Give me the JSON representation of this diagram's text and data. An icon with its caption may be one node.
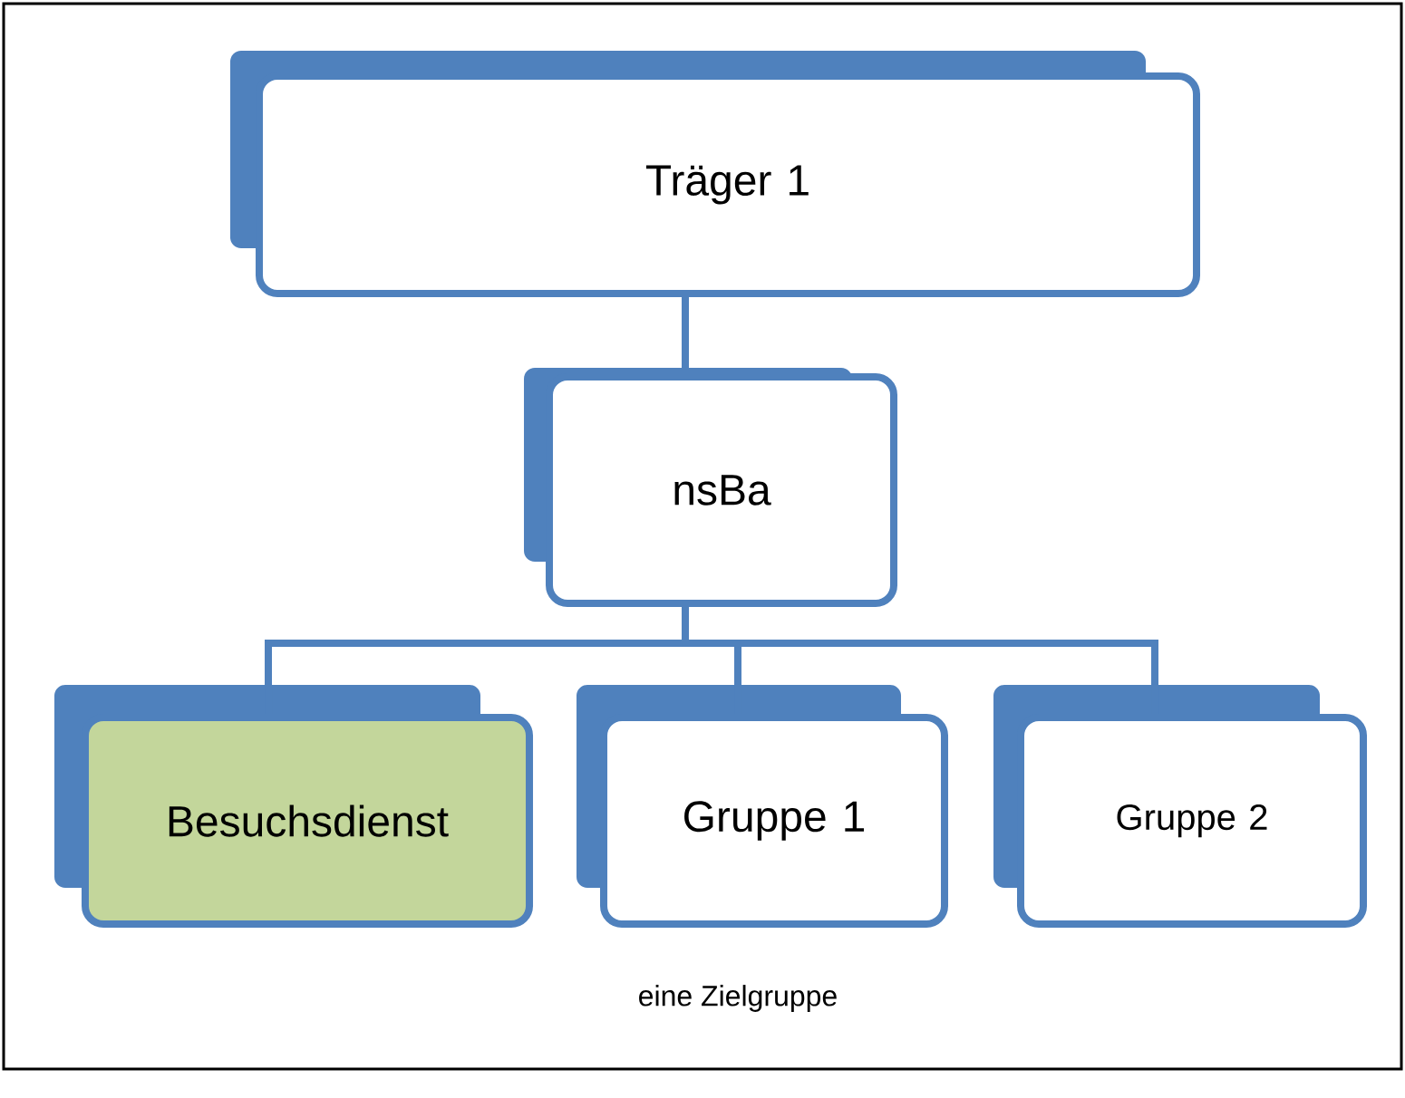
{
  "diagram": {
    "nodes": [
      {
        "text": [
          "Träger 1"
        ]
      },
      {
        "text": [
          "nsBa"
        ]
      },
      {
        "text": [
          "Besuchsdienst"
        ]
      },
      {
        "text": [
          "Gruppe 1"
        ]
      },
      {
        "text": [
          "Gruppe 2"
        ]
      }
    ],
    "edges": [
      {
        "from": 0,
        "to": 1,
        "arrow": "none"
      },
      {
        "from": 1,
        "to": 2,
        "arrow": "none"
      },
      {
        "from": 1,
        "to": 3,
        "arrow": "none"
      },
      {
        "from": 1,
        "to": 4,
        "arrow": "none"
      }
    ],
    "labels": [
      "eine Zielgruppe"
    ]
  }
}
